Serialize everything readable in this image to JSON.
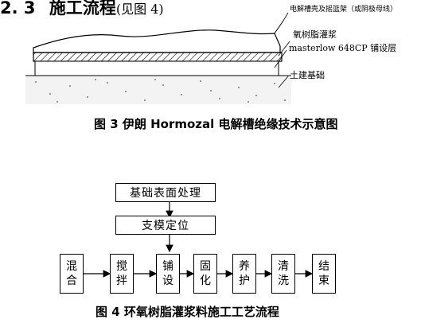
{
  "figure3": {
    "label_top": "电解槽壳及摇篮架（或阴极母线）",
    "label_grout": "氧树脂灌浆",
    "label_layer": "masterlow 648CP 铺设层",
    "label_foundation": "土建基础",
    "caption": "图 3 伊朗 Hormozal 电解槽绝缘技术示意图"
  },
  "section": {
    "number": "2. 3",
    "title": "施工流程",
    "ref": "(见图 4)"
  },
  "flowchart": {
    "top_steps": [
      "基础表面处理",
      "支模定位"
    ],
    "steps": [
      {
        "c1": "混",
        "c2": "合"
      },
      {
        "c1": "搅",
        "c2": "拌"
      },
      {
        "c1": "铺",
        "c2": "设"
      },
      {
        "c1": "固",
        "c2": "化"
      },
      {
        "c1": "养",
        "c2": "护"
      },
      {
        "c1": "清",
        "c2": "洗"
      },
      {
        "c1": "结",
        "c2": "束"
      }
    ],
    "caption": "图 4 环氧树脂灌浆料施工工艺流程"
  }
}
